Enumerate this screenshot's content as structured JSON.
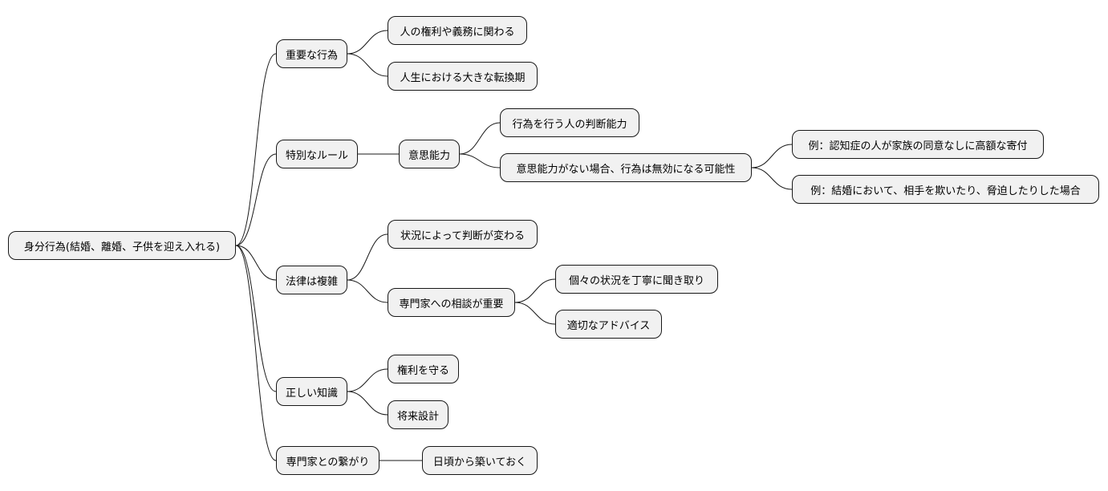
{
  "mindmap": {
    "root": {
      "label": "身分行為(結婚、離婚、子供を迎え入れる)"
    },
    "branches": [
      {
        "label": "重要な行為",
        "children": [
          {
            "label": "人の権利や義務に関わる"
          },
          {
            "label": "人生における大きな転換期"
          }
        ]
      },
      {
        "label": "特別なルール",
        "children": [
          {
            "label": "意思能力",
            "children": [
              {
                "label": "行為を行う人の判断能力"
              },
              {
                "label": "意思能力がない場合、行為は無効になる可能性",
                "children": [
                  {
                    "label": "例：認知症の人が家族の同意なしに高額な寄付"
                  },
                  {
                    "label": "例：結婚において、相手を欺いたり、脅迫したりした場合"
                  }
                ]
              }
            ]
          }
        ]
      },
      {
        "label": "法律は複雑",
        "children": [
          {
            "label": "状況によって判断が変わる"
          },
          {
            "label": "専門家への相談が重要",
            "children": [
              {
                "label": "個々の状況を丁寧に聞き取り"
              },
              {
                "label": "適切なアドバイス"
              }
            ]
          }
        ]
      },
      {
        "label": "正しい知識",
        "children": [
          {
            "label": "権利を守る"
          },
          {
            "label": "将来設計"
          }
        ]
      },
      {
        "label": "専門家との繋がり",
        "children": [
          {
            "label": "日頃から築いておく"
          }
        ]
      }
    ]
  }
}
